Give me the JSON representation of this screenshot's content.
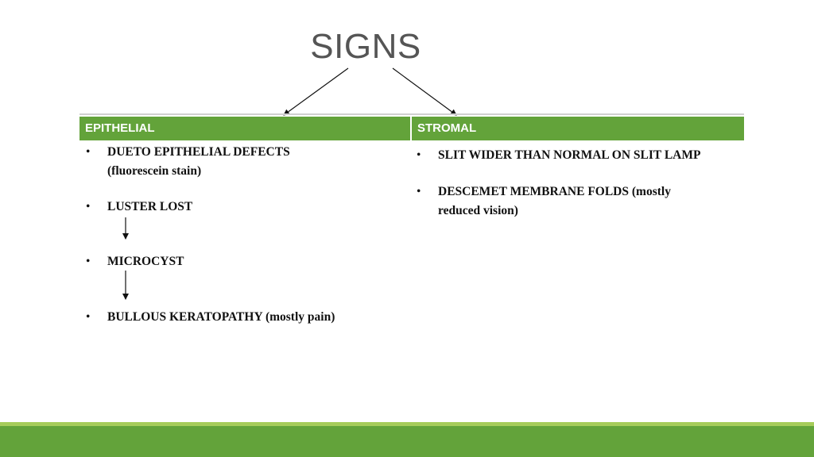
{
  "slide": {
    "title": "SIGNS",
    "columns": [
      {
        "header": "EPITHELIAL",
        "items": [
          "DUETO EPITHELIAL DEFECTS\n(fluorescein stain)",
          "LUSTER LOST",
          "MICROCYST",
          "BULLOUS KERATOPATHY (mostly pain)"
        ]
      },
      {
        "header": "STROMAL",
        "items": [
          "SLIT WIDER THAN NORMAL ON SLIT LAMP",
          "DESCEMET MEMBRANE FOLDS (mostly\nreduced vision)"
        ]
      }
    ],
    "bullet_char": "•",
    "colors": {
      "header_green": "#63a33a",
      "accent_light_green": "#a6cc5a",
      "title_gray": "#555555"
    }
  }
}
